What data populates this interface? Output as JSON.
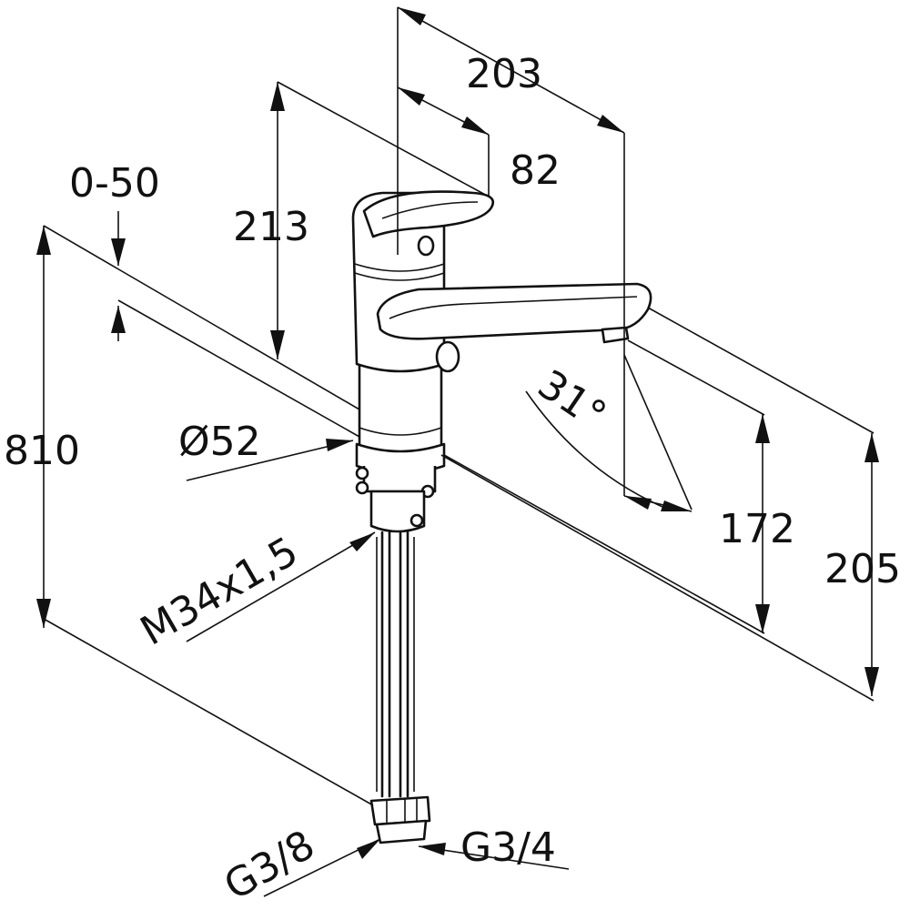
{
  "dimensions": {
    "spout_reach": "203",
    "lever_reach": "82",
    "body_height": "213",
    "deck_thickness": "0-50",
    "total_length": "810",
    "base_diameter": "Ø52",
    "thread": "M34x1,5",
    "angle": "31°",
    "outlet_height": "172",
    "spout_height": "205",
    "hose_connection_left": "G3/8",
    "hose_connection_right": "G3/4"
  }
}
